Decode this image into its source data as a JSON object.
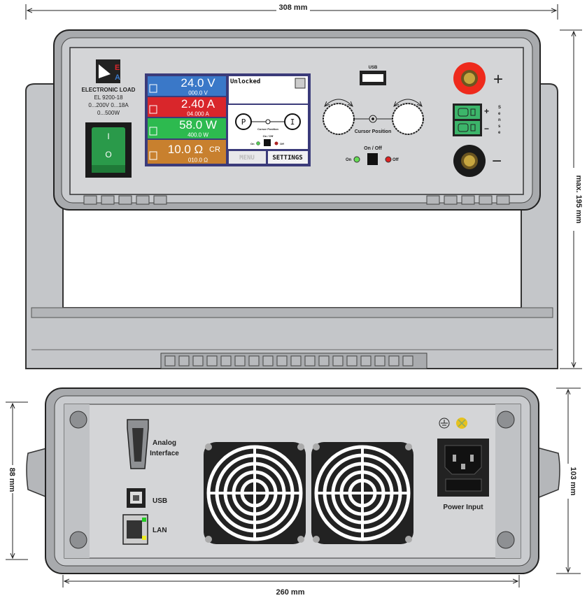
{
  "dimensions": {
    "width_top": "308 mm",
    "height_front": "max. 195 mm",
    "height_rear_left": "88 mm",
    "height_rear_right": "103 mm",
    "width_bottom": "260 mm"
  },
  "front_panel": {
    "product_line1": "ELECTRONIC LOAD",
    "product_line2": "EL 9200-18",
    "product_line3": "0...200V 0...18A",
    "product_line4": "0...500W",
    "logo_text": "EA",
    "power_switch": {
      "on_symbol": "I",
      "off_symbol": "O"
    },
    "display": {
      "readouts": [
        {
          "value": "24.0 V",
          "set": "000.0  V",
          "color": "#3a78c8"
        },
        {
          "value": "2.40 A",
          "set": "04.000  A",
          "color": "#d9262b"
        },
        {
          "value": "58.0 W",
          "set": "400.0  W",
          "color": "#2dba4f"
        },
        {
          "value": "10.0 Ω",
          "mode": "CR",
          "set": "010.0  Ω",
          "color": "#c8802e"
        }
      ],
      "status": "Unlocked",
      "knob_left": "P",
      "knob_right": "I",
      "cursor_label": "Cursor Position",
      "onoff_label": "On / Off",
      "on_label": "On",
      "off_label": "Off",
      "menu_button": "MENU",
      "settings_button": "SETTINGS"
    },
    "usb_label": "USB",
    "cursor_label": "Cursor Position",
    "onoff_label": "On / Off",
    "on_label": "On",
    "off_label": "Off",
    "plus": "+",
    "minus": "−",
    "sense_label": [
      "S",
      "e",
      "n",
      "s",
      "e"
    ]
  },
  "rear_panel": {
    "analog_label1": "Analog",
    "analog_label2": "Interface",
    "usb_label": "USB",
    "lan_label": "LAN",
    "power_label": "Power Input"
  }
}
